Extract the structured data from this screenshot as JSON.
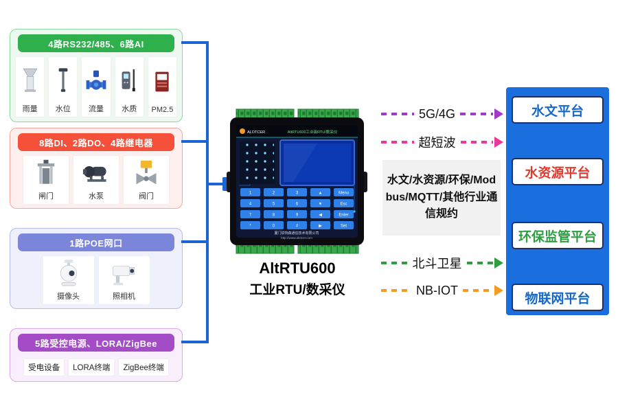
{
  "left_panels": [
    {
      "header": "4路RS232/485、6路AI",
      "header_color": "#2eb04c",
      "items": [
        {
          "label": "雨量"
        },
        {
          "label": "水位"
        },
        {
          "label": "流量"
        },
        {
          "label": "水质"
        },
        {
          "label": "PM2.5"
        }
      ]
    },
    {
      "header": "8路DI、2路DO、4路继电器",
      "header_color": "#f4503a",
      "items": [
        {
          "label": "闸门"
        },
        {
          "label": "水泵"
        },
        {
          "label": "阀门"
        }
      ]
    },
    {
      "header": "1路POE网口",
      "header_color": "#7b86da",
      "items": [
        {
          "label": "摄像头"
        },
        {
          "label": "照相机"
        }
      ]
    },
    {
      "header": "5路受控电源、LORA/ZigBee",
      "header_color": "#a44cc6",
      "items": [
        {
          "label": "受电设备"
        },
        {
          "label": "LORA终端"
        },
        {
          "label": "ZigBee终端"
        }
      ]
    }
  ],
  "device": {
    "brand": "ALOTCER",
    "model_title": "AltRTU600工业级RTU/数采仪",
    "company": "厦门砹特森通信技术有限公司",
    "website": "http://www.alotcer.com",
    "caption": [
      "AltRTU600",
      "工业RTU/数采仪"
    ],
    "keys": [
      "1",
      "2",
      "3",
      "▲",
      "Menu",
      "4",
      "5",
      "6",
      "▼",
      "Esc",
      "7",
      "8",
      "9",
      "◀",
      "Enter",
      "*",
      "0",
      "#",
      "▶",
      "Set"
    ]
  },
  "uplinks": [
    {
      "label": "5G/4G",
      "color": "#a03ac8"
    },
    {
      "label": "超短波",
      "color": "#e8399b"
    },
    {
      "label": "北斗卫星",
      "color": "#2f9e41"
    },
    {
      "label": "NB-IOT",
      "color": "#f59a23"
    }
  ],
  "protocol_note": "水文/水资源/环保/Modbus/MQTT/其他行业通信规约",
  "platform_panel": {
    "bg": "#1a6ede",
    "platforms": [
      {
        "label": "水文平台",
        "color": "#1568c8"
      },
      {
        "label": "水资源平台",
        "color": "#e23a2e"
      },
      {
        "label": "环保监管平台",
        "color": "#2f9e41"
      },
      {
        "label": "物联网平台",
        "color": "#1568c8"
      }
    ]
  },
  "diagram": {
    "connector_color": "#1c63d4"
  }
}
